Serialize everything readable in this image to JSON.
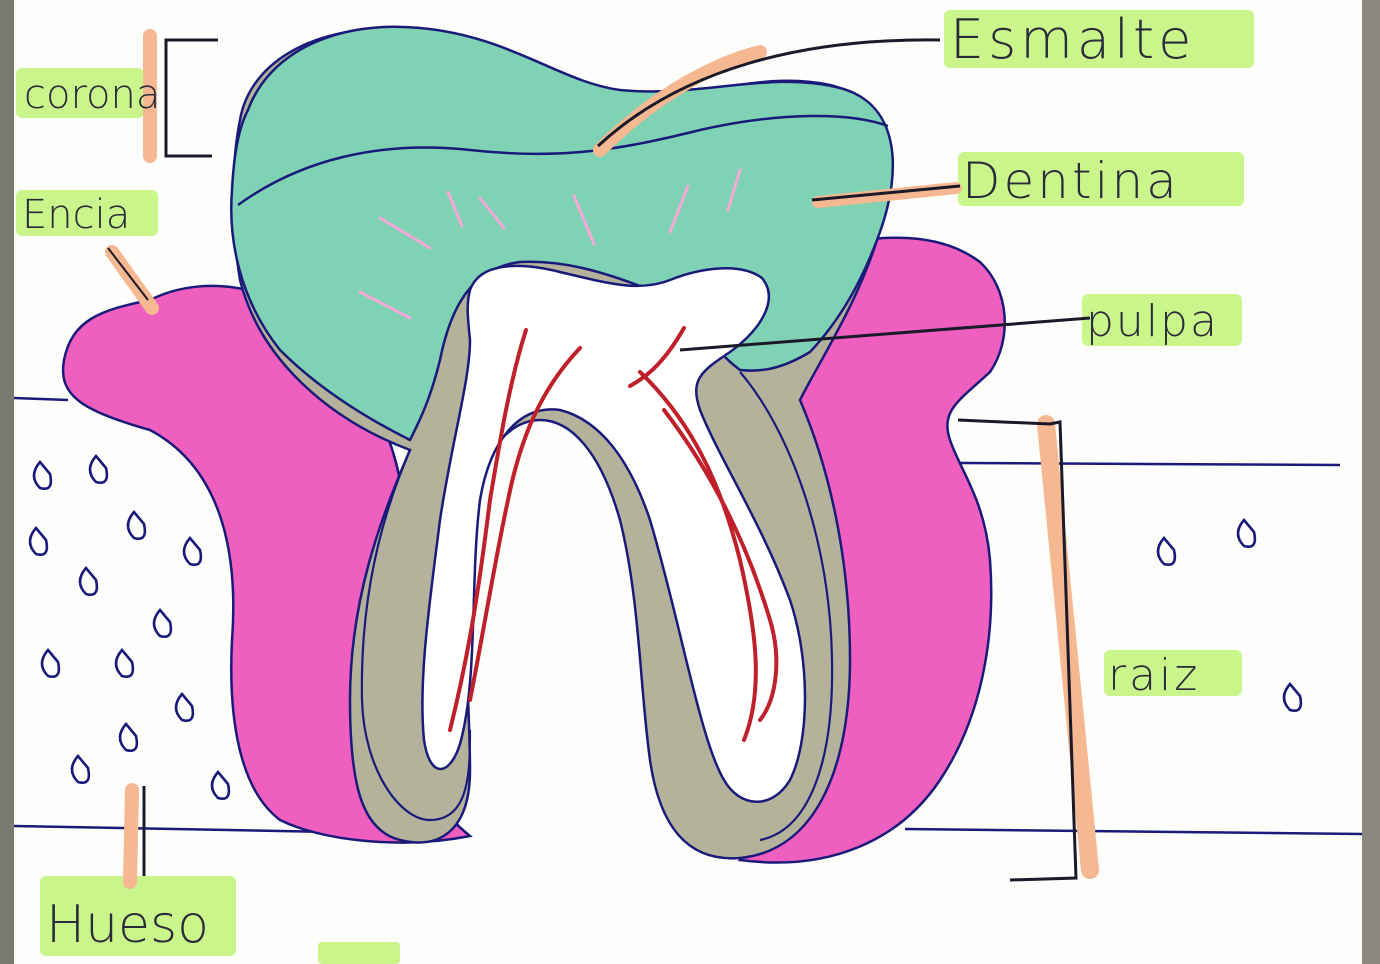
{
  "labels": {
    "corona": "corona",
    "encia": "Encia",
    "esmalte": "Esmalte",
    "dentina": "Dentina",
    "pulpa": "pulpa",
    "raiz": "raiz",
    "hueso": "Hueso"
  },
  "colors": {
    "enamel": "#7fd3b4",
    "dentin": "#b5b29c",
    "gum": "#ee5fc0",
    "pulp": "#ffffff",
    "nerves": "#c0202a",
    "outline": "#1a1a7a",
    "highlight": "#c9f58a",
    "bracket": "#f5b890"
  }
}
